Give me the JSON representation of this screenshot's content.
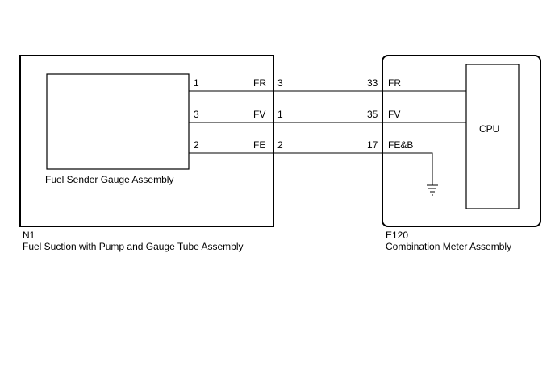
{
  "left_component": {
    "inner_label": "Fuel Sender Gauge Assembly",
    "code": "N1",
    "name": "Fuel Suction with Pump and Gauge Tube Assembly"
  },
  "right_component": {
    "code": "E120",
    "name": "Combination Meter Assembly",
    "cpu_label": "CPU"
  },
  "wires": [
    {
      "inner_pin": "1",
      "signal_left": "FR",
      "connector_pin_left": "3",
      "connector_pin_right": "33",
      "signal_right": "FR"
    },
    {
      "inner_pin": "3",
      "signal_left": "FV",
      "connector_pin_left": "1",
      "connector_pin_right": "35",
      "signal_right": "FV"
    },
    {
      "inner_pin": "2",
      "signal_left": "FE",
      "connector_pin_left": "2",
      "connector_pin_right": "17",
      "signal_right": "FE&B"
    }
  ],
  "ground_icon": "ground-symbol-icon"
}
